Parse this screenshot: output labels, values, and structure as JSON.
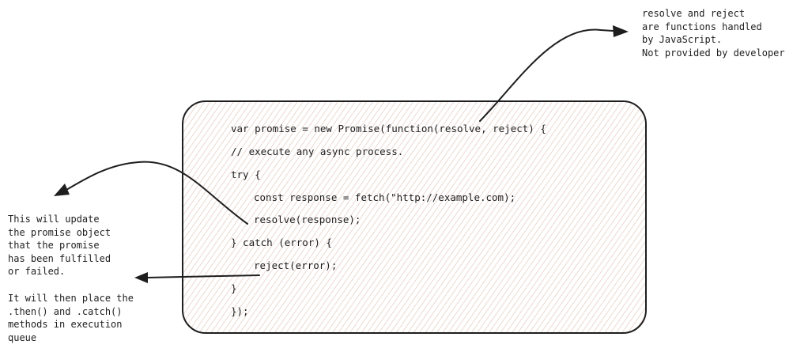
{
  "annotations": {
    "top_right": "resolve and reject\nare functions handled\nby JavaScript.\nNot provided by developer",
    "left_main": "This will update\nthe promise object\nthat the promise\nhas been fulfilled\nor failed.",
    "left_secondary": "It will then place the\n.then() and .catch()\nmethods in execution\nqueue"
  },
  "code": {
    "lines": [
      {
        "text": "var promise = new Promise(function(resolve, reject) {",
        "indent": 0
      },
      {
        "text": "// execute any async process.",
        "indent": 0
      },
      {
        "text": "try {",
        "indent": 0
      },
      {
        "text": "const response = fetch(\"http://example.com);",
        "indent": 1
      },
      {
        "text": "resolve(response);",
        "indent": 1
      },
      {
        "text": "} catch (error) {",
        "indent": 0
      },
      {
        "text": "reject(error);",
        "indent": 1
      },
      {
        "text": "}",
        "indent": 0
      },
      {
        "text": "});",
        "indent": 0
      }
    ]
  },
  "colors": {
    "stroke": "#1e1e1e",
    "hatch": "#ecd9d2",
    "background": "#ffffff"
  },
  "arrows": [
    {
      "name": "params-to-top-note",
      "from": "resolve, reject params",
      "to": "top-right annotation"
    },
    {
      "name": "resolve-to-left-note",
      "from": "resolve(response)",
      "to": "left annotation"
    },
    {
      "name": "reject-to-left-note",
      "from": "reject(error)",
      "to": "left annotation"
    }
  ]
}
